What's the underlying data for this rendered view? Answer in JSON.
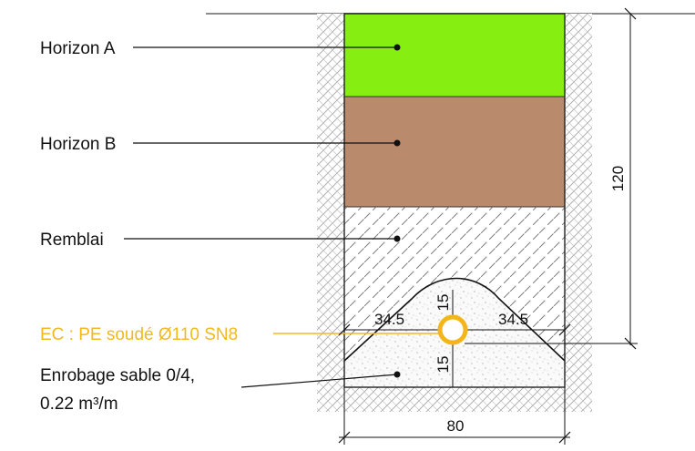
{
  "layers": [
    {
      "id": "horizon-a",
      "label": "Horizon A",
      "color": "#86ef11"
    },
    {
      "id": "horizon-b",
      "label": "Horizon B",
      "color": "#b98a6c"
    },
    {
      "id": "remblai",
      "label": "Remblai",
      "color": "#ffffff"
    }
  ],
  "pipe": {
    "label": "EC : PE soudé Ø110 SN8",
    "color": "#f4b51b"
  },
  "bedding": {
    "line1": "Enrobage sable 0/4,",
    "line2": "0.22 m³/m"
  },
  "dimensions": {
    "depth": "120",
    "width": "80",
    "left_offset": "34.5",
    "right_offset": "34.5",
    "cover_above": "15",
    "cover_below": "15"
  }
}
